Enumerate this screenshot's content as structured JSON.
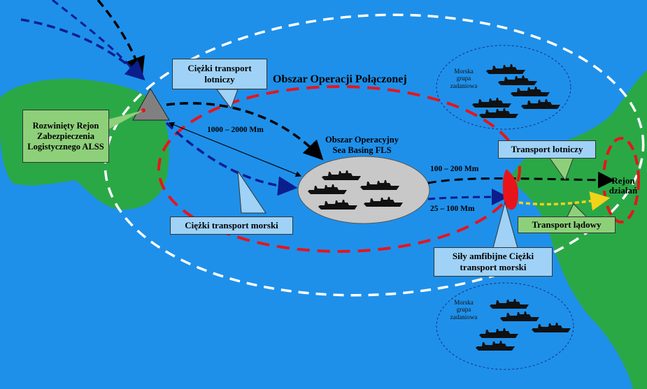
{
  "diagram": {
    "title": "Obszar Operacji Połączonej",
    "alss_label": "Rozwinięty Rejon Zabezpieczenia Logistycznego ALSS",
    "fls_label": "Obszar Operacyjny Sea Basing FLS",
    "air_heavy_label": "Ciężki transport lotniczy",
    "sea_heavy_label": "Ciężki transport morski",
    "amphibious_label": "Siły amfibijne Ciężki transport morski",
    "air_transport_label": "Transport lotniczy",
    "land_transport_label": "Transport lądowy",
    "action_area_label": "Rejon działań",
    "distance_1": "1000 – 2000 Mm",
    "distance_2": "100 – 200 Mm",
    "distance_3": "25 – 100 Mm",
    "task_group_top": "Morska grupa zadaniowa",
    "task_group_bottom": "Morska grupa zadaniowa"
  },
  "colors": {
    "sea": "#1e90ea",
    "land": "#2aa846",
    "red_dashed": "#e8141b",
    "white_dashed": "#ffffff",
    "dark_blue_arrow": "#0b1e8c",
    "black_arrow": "#000000",
    "yellow_arrow": "#f2d21b",
    "callout_blue": "#9fd2f6",
    "callout_green": "#8ed07a",
    "fls_ellipse": "#c8c8c8"
  },
  "icons": [
    "triangle-base-icon",
    "ship-silhouette-icon",
    "landing-point-icon"
  ]
}
